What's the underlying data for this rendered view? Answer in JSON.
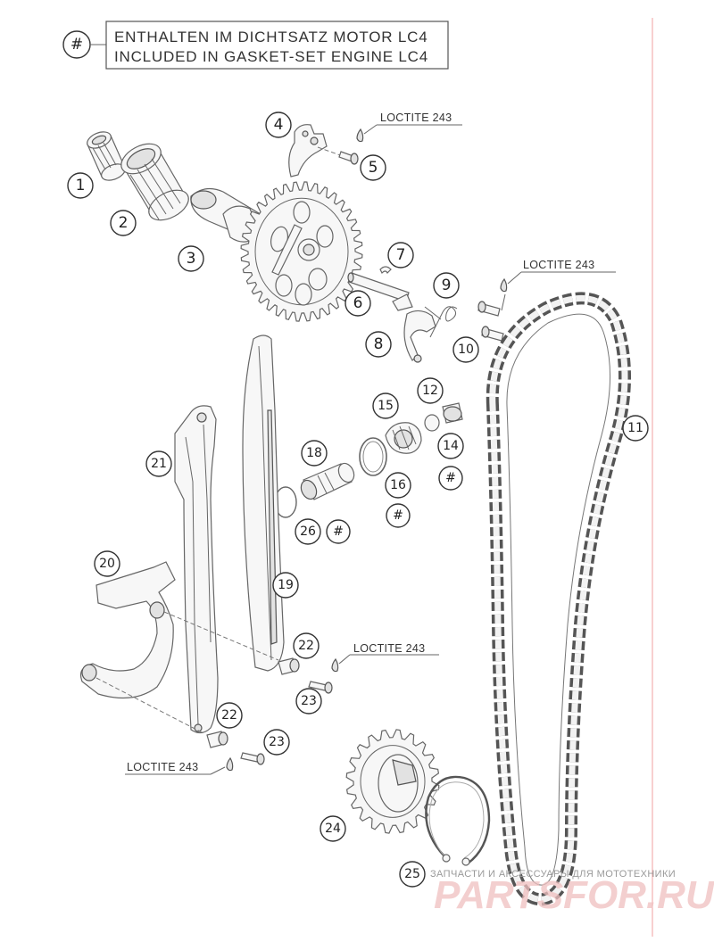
{
  "legend": {
    "symbol": "#",
    "line1": "ENTHALTEN IM DICHTSATZ MOTOR LC4",
    "line2": "INCLUDED IN GASKET-SET ENGINE LC4"
  },
  "annotations": {
    "loctite_a": "LOCTITE 243",
    "loctite_b": "LOCTITE 243",
    "loctite_c": "LOCTITE 243",
    "loctite_d": "LOCTITE 243"
  },
  "callouts": {
    "c1": "1",
    "c2": "2",
    "c3": "3",
    "c4": "4",
    "c5": "5",
    "c6": "6",
    "c7": "7",
    "c8": "8",
    "c9": "9",
    "c10": "10",
    "c11": "11",
    "c12": "12",
    "c14": "14",
    "c15": "15",
    "c16": "16",
    "c18": "18",
    "c19": "19",
    "c20": "20",
    "c21": "21",
    "c22a": "22",
    "c22b": "22",
    "c23a": "23",
    "c23b": "23",
    "c24": "24",
    "c25": "25",
    "c26": "26",
    "h14": "#",
    "h16": "#",
    "h26": "#"
  },
  "watermark": {
    "caption": "ЗАПЧАСТИ И АКСЕССУАРЫ ДЛЯ МОТОТЕХНИКИ",
    "brand": "PARTSFOR.RU"
  }
}
